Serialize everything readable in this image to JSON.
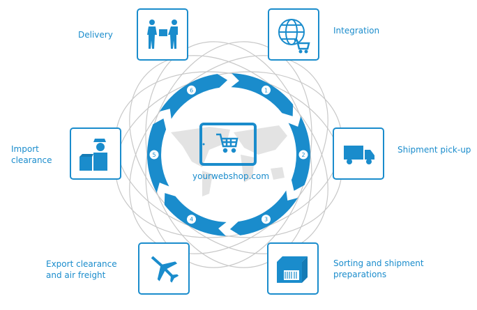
{
  "center": {
    "site": "yourwebshop.com"
  },
  "steps": [
    {
      "number": "1",
      "label": "Integration"
    },
    {
      "number": "2",
      "label": "Shipment pick-up"
    },
    {
      "number": "3",
      "label": "Sorting and shipment preparations"
    },
    {
      "number": "4",
      "label": "Export clearance and air freight"
    },
    {
      "number": "5",
      "label": "Import clearance"
    },
    {
      "number": "6",
      "label": "Delivery"
    }
  ],
  "colors": {
    "accent": "#1a8ccc",
    "lines": "#c8c8c8",
    "map": "#e3e3e3"
  }
}
